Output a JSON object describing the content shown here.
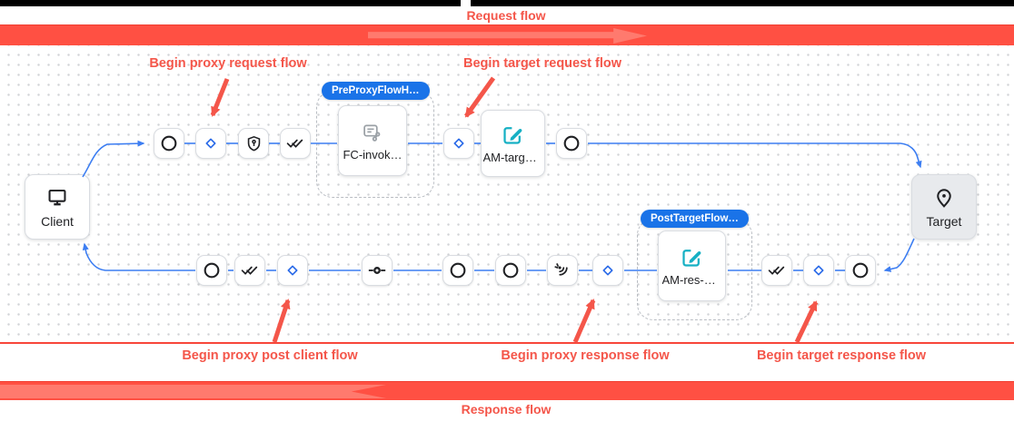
{
  "banners": {
    "request_flow_label": "Request flow",
    "response_flow_label": "Response flow"
  },
  "endpoints": {
    "client_label": "Client",
    "target_label": "Target"
  },
  "flow_hooks": {
    "pre_proxy": {
      "badge": "PreProxyFlowH…",
      "policy_label": "FC-invok…"
    },
    "post_target": {
      "badge": "PostTargetFlow…",
      "policy_label": "AM-res-h…"
    }
  },
  "policies": {
    "assign_message_target": "AM-targe…"
  },
  "annotations": {
    "begin_proxy_request": "Begin proxy request flow",
    "begin_target_request": "Begin target request flow",
    "begin_proxy_post_client": "Begin proxy post client flow",
    "begin_proxy_response": "Begin proxy response flow",
    "begin_target_response": "Begin target response flow"
  },
  "colors": {
    "annotation_red": "#f4564a",
    "banner_bar_red": "#ff5043",
    "banner_arrow_red": "#ff7a6e",
    "pill_blue": "#1a73e8",
    "connector_blue": "#3d7ef2",
    "diamond_blue": "#2a6ae8",
    "edit_icon_teal": "#16b0c4",
    "flow_callout_gray": "#9aa0a6"
  },
  "icons": {
    "client": "monitor-icon",
    "target": "location-pin-icon",
    "step_types": [
      "circle-icon",
      "diamond-icon",
      "shield-key-icon",
      "double-check-icon",
      "wire-node-icon",
      "signal-waves-icon",
      "edit-square-icon",
      "flow-callout-icon"
    ]
  }
}
